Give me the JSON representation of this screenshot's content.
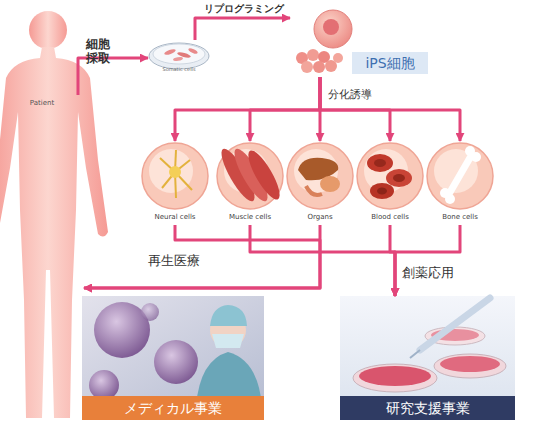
{
  "diagram": {
    "nodes": [
      {
        "text": [
          "Patient"
        ]
      },
      {
        "text": [
          "Somatic cells"
        ]
      },
      {
        "text": [
          "iPS細胞"
        ]
      },
      {
        "text": [
          "Neural cells"
        ]
      },
      {
        "text": [
          "Muscle cells"
        ]
      },
      {
        "text": [
          "Organs"
        ]
      },
      {
        "text": [
          "Blood cells"
        ]
      },
      {
        "text": [
          "Bone cells"
        ]
      },
      {
        "text": [
          "メディカル事業"
        ]
      },
      {
        "text": [
          "研究支援事業"
        ]
      }
    ],
    "edges": [
      {
        "from": 0,
        "to": 1,
        "arrow": "to",
        "label": "細胞採取"
      },
      {
        "from": 1,
        "to": 2,
        "arrow": "to",
        "label": "リプログラミング"
      },
      {
        "from": 2,
        "to": 3,
        "arrow": "to"
      },
      {
        "from": 2,
        "to": 4,
        "arrow": "to"
      },
      {
        "from": 2,
        "to": 5,
        "arrow": "to"
      },
      {
        "from": 2,
        "to": 6,
        "arrow": "to"
      },
      {
        "from": 2,
        "to": 7,
        "arrow": "to"
      },
      {
        "from": 3,
        "to": 0,
        "arrow": "to"
      },
      {
        "from": 5,
        "to": 0,
        "arrow": "to"
      },
      {
        "from": 4,
        "to": 9,
        "arrow": "to"
      },
      {
        "from": 6,
        "to": 9,
        "arrow": "to"
      },
      {
        "from": 7,
        "to": 9,
        "arrow": "to"
      }
    ],
    "labels": [
      "分化誘導",
      "再生医療",
      "創薬応用"
    ]
  }
}
